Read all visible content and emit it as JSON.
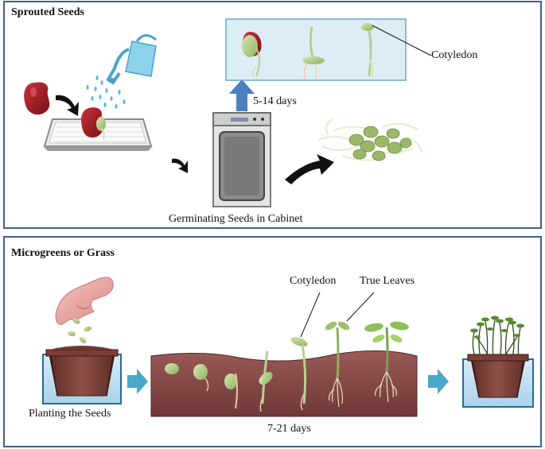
{
  "top_panel": {
    "title": "Sprouted Seeds",
    "label_days": "5-14 days",
    "label_cotyledon": "Cotyledon",
    "label_cabinet": "Germinating Seeds in Cabinet"
  },
  "bottom_panel": {
    "title": "Microgreens or Grass",
    "label_cotyledon": "Cotyledon",
    "label_true_leaves": "True Leaves",
    "label_planting": "Planting the Seeds",
    "label_days": "7-21 days"
  }
}
